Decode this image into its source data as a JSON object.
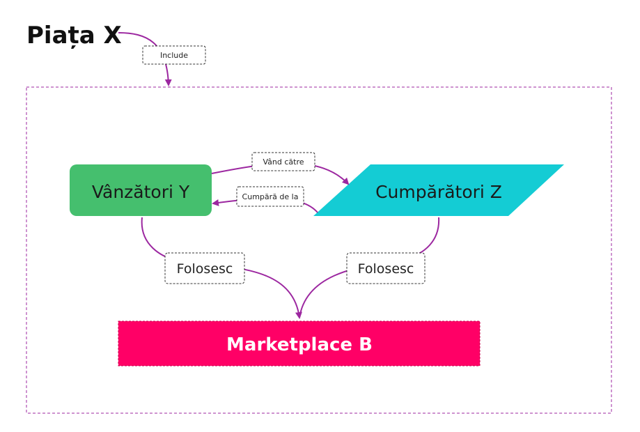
{
  "diagram": {
    "title": "Piața X",
    "nodes": {
      "sellers": "Vânzători Y",
      "buyers": "Cumpărători Z",
      "marketplace": "Marketplace B"
    },
    "edges": {
      "include": "Include",
      "sells_to": "Vând către",
      "buys_from": "Cumpără de la",
      "sellers_use": "Folosesc",
      "buyers_use": "Folosesc"
    },
    "colors": {
      "sellers_fill": "#45bf6e",
      "buyers_fill": "#14ccd4",
      "marketplace_fill": "#ff0066",
      "connector": "#9c27a0",
      "container_border": "#9c27a0"
    }
  }
}
